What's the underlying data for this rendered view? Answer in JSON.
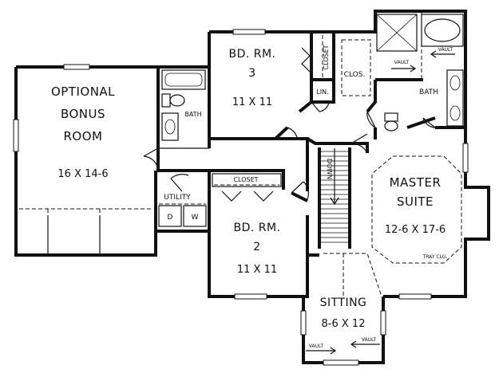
{
  "plan": {
    "rooms": {
      "bonus": {
        "line1": "OPTIONAL",
        "line2": "BONUS",
        "line3": "ROOM",
        "size": "16 X 14-6"
      },
      "bed3": {
        "name": "BD. RM.",
        "number": "3",
        "size": "11 X 11"
      },
      "bed2": {
        "name": "BD. RM.",
        "number": "2",
        "size": "11 X 11"
      },
      "master": {
        "line1": "MASTER",
        "line2": "SUITE",
        "size": "12-6 X 17-6"
      },
      "sitting": {
        "name": "SITTING",
        "size": "8-6 X 12"
      },
      "utility": {
        "name": "UTILITY",
        "washer": "W",
        "dryer": "D"
      }
    },
    "labels": {
      "bath_hall": "BATH",
      "bath_master": "BATH",
      "closet_bed3": "CLOSET",
      "closet_bed2": "CLOSET",
      "closet_master": "CLOS.",
      "linen": "LIN.",
      "stair": "DOWN",
      "tray": "TRAY CLG.",
      "vault_master_left": "VAULT",
      "vault_master_right": "VAULT",
      "vault_sitting_left": "VAULT",
      "vault_sitting_right": "VAULT"
    }
  }
}
